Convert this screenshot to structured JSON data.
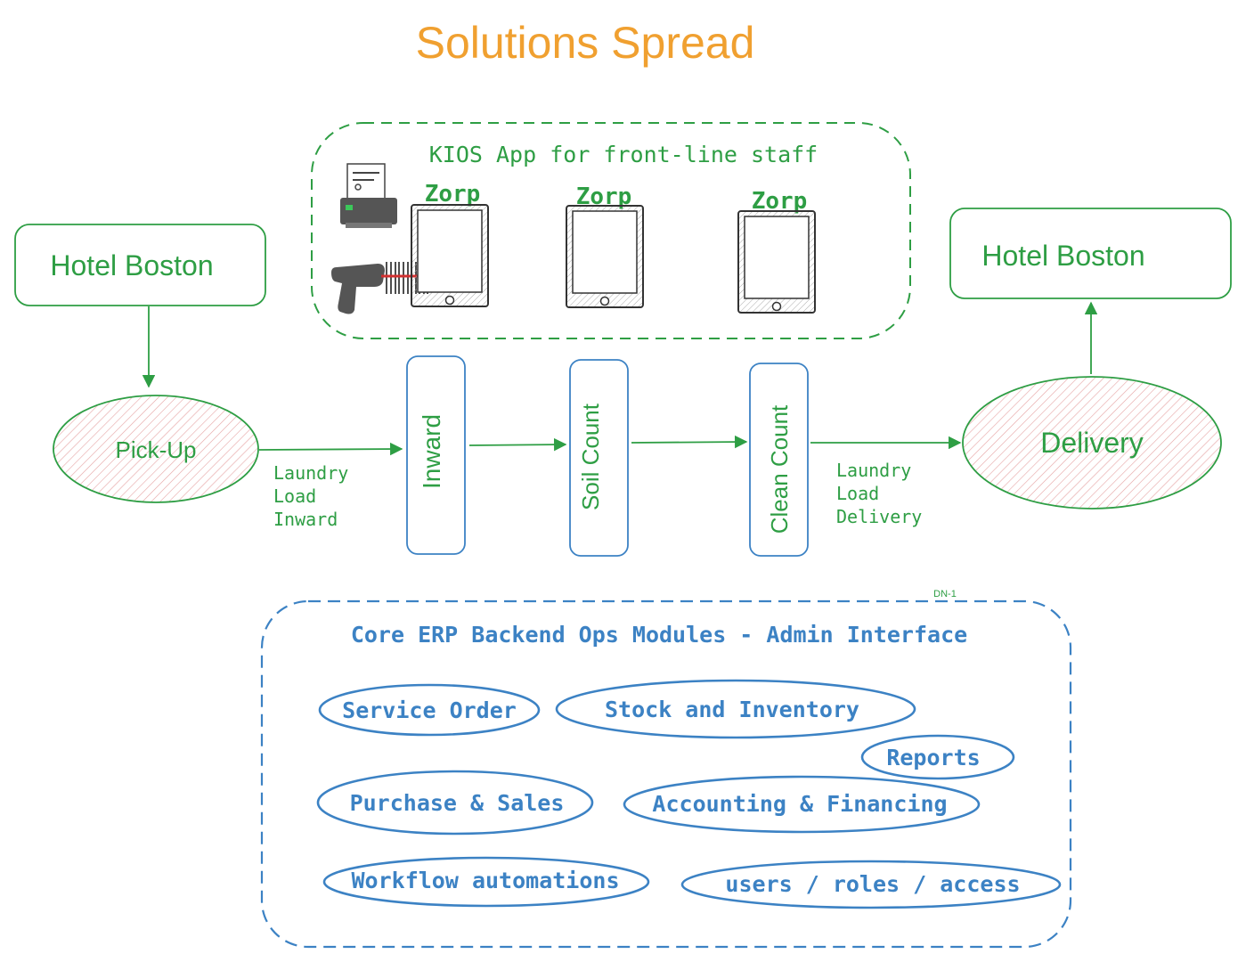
{
  "title": "Solutions Spread",
  "colors": {
    "title": "#F0A030",
    "green": "#2E9E44",
    "green_dark": "#1F8A36",
    "blue": "#3C82C4",
    "hatch": "#E6A3A3",
    "device": "#444444"
  },
  "source": {
    "label": "Hotel Boston"
  },
  "destination": {
    "label": "Hotel Boston"
  },
  "pickup": {
    "label": "Pick-Up"
  },
  "delivery": {
    "label": "Delivery"
  },
  "kiosk": {
    "title": "KIOS App for front-line staff",
    "devices": [
      {
        "brand": "Zorp",
        "icon": "tablet-icon"
      },
      {
        "brand": "Zorp",
        "icon": "tablet-icon"
      },
      {
        "brand": "Zorp",
        "icon": "tablet-icon"
      }
    ],
    "peripherals": [
      "printer-icon",
      "barcode-scanner-icon"
    ]
  },
  "stages": [
    {
      "label": "Inward"
    },
    {
      "label": "Soil Count"
    },
    {
      "label": "Clean Count"
    }
  ],
  "edge_labels": {
    "inward": [
      "Laundry",
      "Load",
      "Inward"
    ],
    "delivery": [
      "Laundry",
      "Load",
      "Delivery"
    ]
  },
  "erp": {
    "tag": "DN-1",
    "title": "Core ERP Backend Ops Modules - Admin Interface",
    "modules": [
      {
        "label": "Service Order"
      },
      {
        "label": "Stock and Inventory"
      },
      {
        "label": "Reports"
      },
      {
        "label": "Purchase & Sales"
      },
      {
        "label": "Accounting & Financing"
      },
      {
        "label": "Workflow automations"
      },
      {
        "label": "users / roles / access"
      }
    ]
  }
}
